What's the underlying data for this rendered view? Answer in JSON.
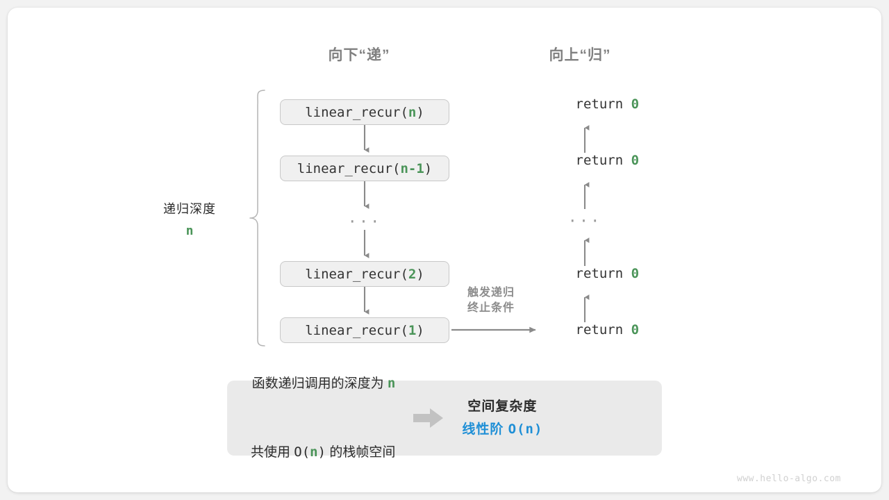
{
  "figure": {
    "title_down": "向下“递”",
    "title_up": "向上“归”",
    "watermark": "www.hello-algo.com"
  },
  "depth_bracket": {
    "label": "递归深度",
    "value": "n"
  },
  "call_stack": {
    "frames": [
      {
        "prefix": "linear_recur(",
        "arg": "n",
        "suffix": ")"
      },
      {
        "prefix": "linear_recur(",
        "arg": "n-1",
        "suffix": ")"
      },
      {
        "prefix": "linear_recur(",
        "arg": "2",
        "suffix": ")"
      },
      {
        "prefix": "linear_recur(",
        "arg": "1",
        "suffix": ")"
      }
    ],
    "ellipsis": "..."
  },
  "return_stack": {
    "returns": [
      {
        "keyword": "return ",
        "value": "0"
      },
      {
        "keyword": "return ",
        "value": "0"
      },
      {
        "keyword": "return ",
        "value": "0"
      },
      {
        "keyword": "return ",
        "value": "0"
      }
    ],
    "ellipsis": "..."
  },
  "base_case_note": {
    "line1": "触发递归",
    "line2": "终止条件"
  },
  "summary": {
    "left_line1_a": "函数递归调用的深度为 ",
    "left_line1_b": "n",
    "left_line2_a": "共使用 ",
    "left_line2_b": "O(",
    "left_line2_c": "n",
    "left_line2_d": ")",
    "left_line2_e": " 的栈帧空间",
    "right_line1": "空间复杂度",
    "right_line2_a": "线性阶 ",
    "right_line2_b": "O(n)"
  },
  "colors": {
    "green": "#4a9458",
    "blue": "#1f8fd6",
    "gray_text": "#808080",
    "arrow": "#8a8a8a",
    "box_fill": "#f0f0f0",
    "box_border": "#c8c8c8",
    "panel_fill": "#eaeaea"
  }
}
